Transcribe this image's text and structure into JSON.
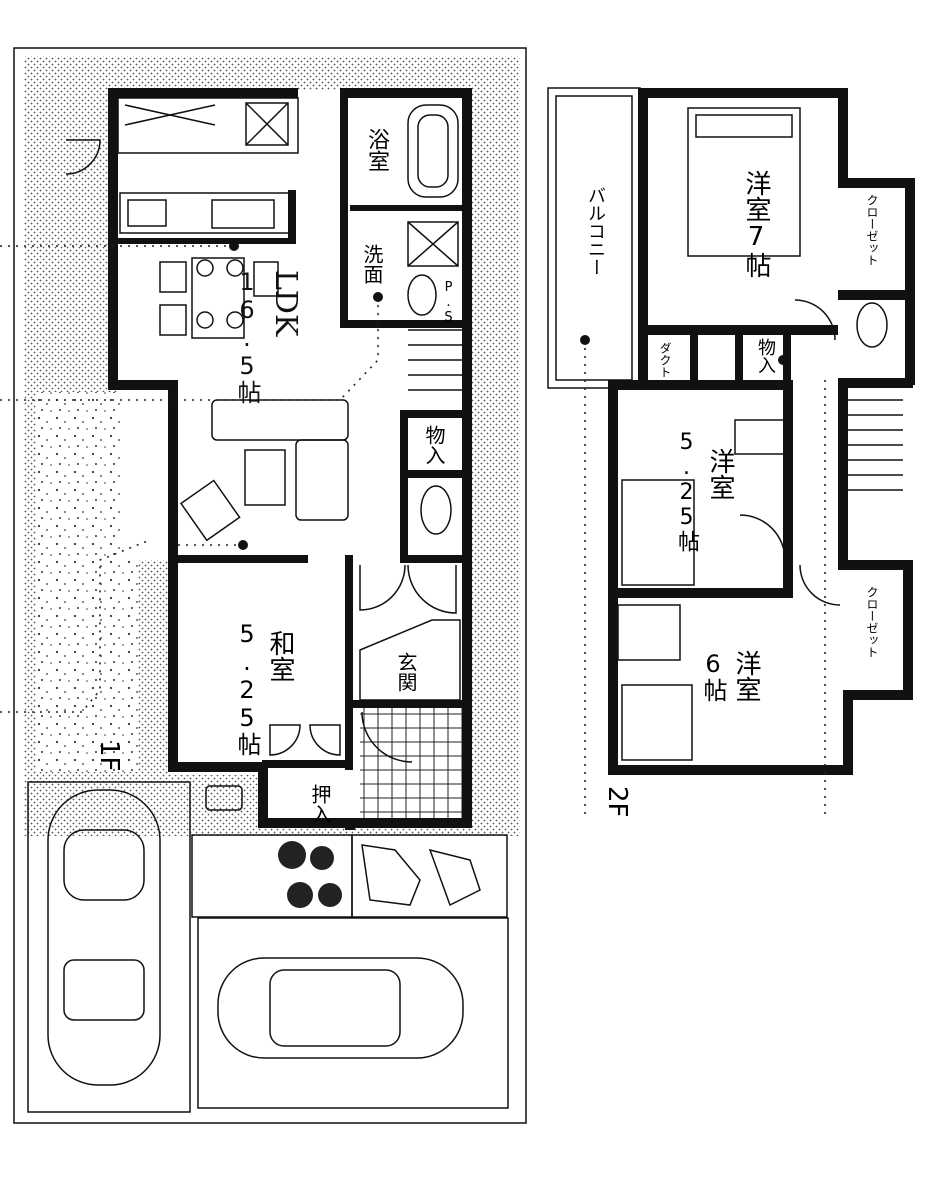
{
  "floor1": {
    "label": "1F",
    "rooms": {
      "ldk_name": "LDK",
      "ldk_size": "16.5帖",
      "bath": "浴室",
      "washroom": "洗面",
      "ps": "P.S",
      "storage": "物入",
      "washitsu_name": "和室",
      "washitsu_size": "5.25帖",
      "entrance": "玄関",
      "oshiire": "押入"
    }
  },
  "floor2": {
    "label": "2F",
    "rooms": {
      "balcony": "バルコニー",
      "western7_name": "洋室",
      "western7_size": "7帖",
      "closet_a": "クローゼット",
      "duct": "ダクト",
      "storage": "物入",
      "western525_name": "洋室",
      "western525_size": "5.25帖",
      "closet_b": "クローゼット",
      "western6_name": "洋室",
      "western6_size": "6帖"
    }
  }
}
